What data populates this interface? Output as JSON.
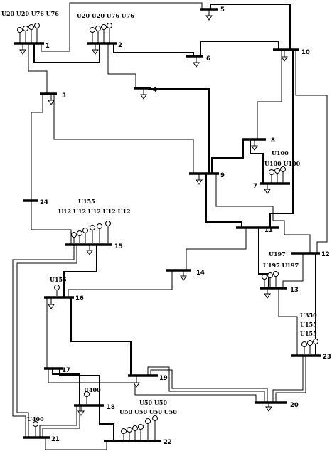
{
  "buses": [
    {
      "id": "1",
      "label": "1"
    },
    {
      "id": "2",
      "label": "2"
    },
    {
      "id": "3",
      "label": "3"
    },
    {
      "id": "4",
      "label": "4"
    },
    {
      "id": "5",
      "label": "5"
    },
    {
      "id": "6",
      "label": "6"
    },
    {
      "id": "7",
      "label": "7"
    },
    {
      "id": "8",
      "label": "8"
    },
    {
      "id": "9",
      "label": "9"
    },
    {
      "id": "10",
      "label": "10"
    },
    {
      "id": "11",
      "label": "11"
    },
    {
      "id": "12",
      "label": "12"
    },
    {
      "id": "13",
      "label": "13"
    },
    {
      "id": "14",
      "label": "14"
    },
    {
      "id": "15",
      "label": "15"
    },
    {
      "id": "16",
      "label": "16"
    },
    {
      "id": "17",
      "label": "17"
    },
    {
      "id": "18",
      "label": "18"
    },
    {
      "id": "19",
      "label": "19"
    },
    {
      "id": "20",
      "label": "20"
    },
    {
      "id": "21",
      "label": "21"
    },
    {
      "id": "22",
      "label": "22"
    },
    {
      "id": "23",
      "label": "23"
    },
    {
      "id": "24",
      "label": "24"
    }
  ],
  "unit_labels": {
    "bus1": "U20 U20  U76  U76",
    "bus2": "U20 U20  U76  U76",
    "bus7_a": "U100",
    "bus7_b": "U100 U100",
    "bus13_a": "U197",
    "bus13_b": "U197 U197",
    "bus15_a": "U155",
    "bus15_b": "U12 U12 U12  U12  U12",
    "bus16": "U155",
    "bus18": "U400",
    "bus21": "U400",
    "bus22_a": "U50  U50",
    "bus22_b": "U50 U50 U50  U50",
    "bus23_a": "U350",
    "bus23_b": "U155",
    "bus23_c": "U155"
  }
}
